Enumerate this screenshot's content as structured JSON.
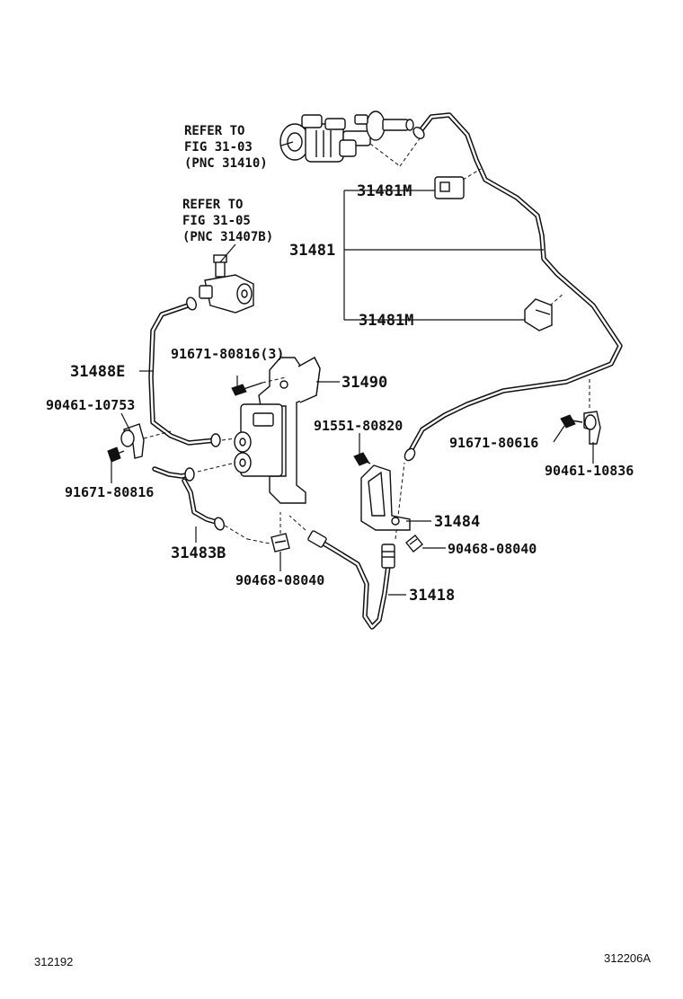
{
  "references": [
    {
      "line1": "REFER TO",
      "line2": "FIG 31-03",
      "line3": "(PNC 31410)"
    },
    {
      "line1": "REFER TO",
      "line2": "FIG 31-05",
      "line3": "(PNC 31407B)"
    }
  ],
  "part_numbers": {
    "p31481M_top": "31481M",
    "p31481": "31481",
    "p31481M_bottom": "31481M",
    "p31488E": "31488E",
    "p91671_80816_3": "91671-80816(3)",
    "p31490": "31490",
    "p90461_10753": "90461-10753",
    "p91551_80820": "91551-80820",
    "p91671_80616": "91671-80616",
    "p90461_10836": "90461-10836",
    "p91671_80816": "91671-80816",
    "p31484": "31484",
    "p31483B": "31483B",
    "p90468_08040_right": "90468-08040",
    "p90468_08040_bottom": "90468-08040",
    "p31418": "31418"
  },
  "footer": {
    "left_code": "312192",
    "right_code": "312206A"
  }
}
